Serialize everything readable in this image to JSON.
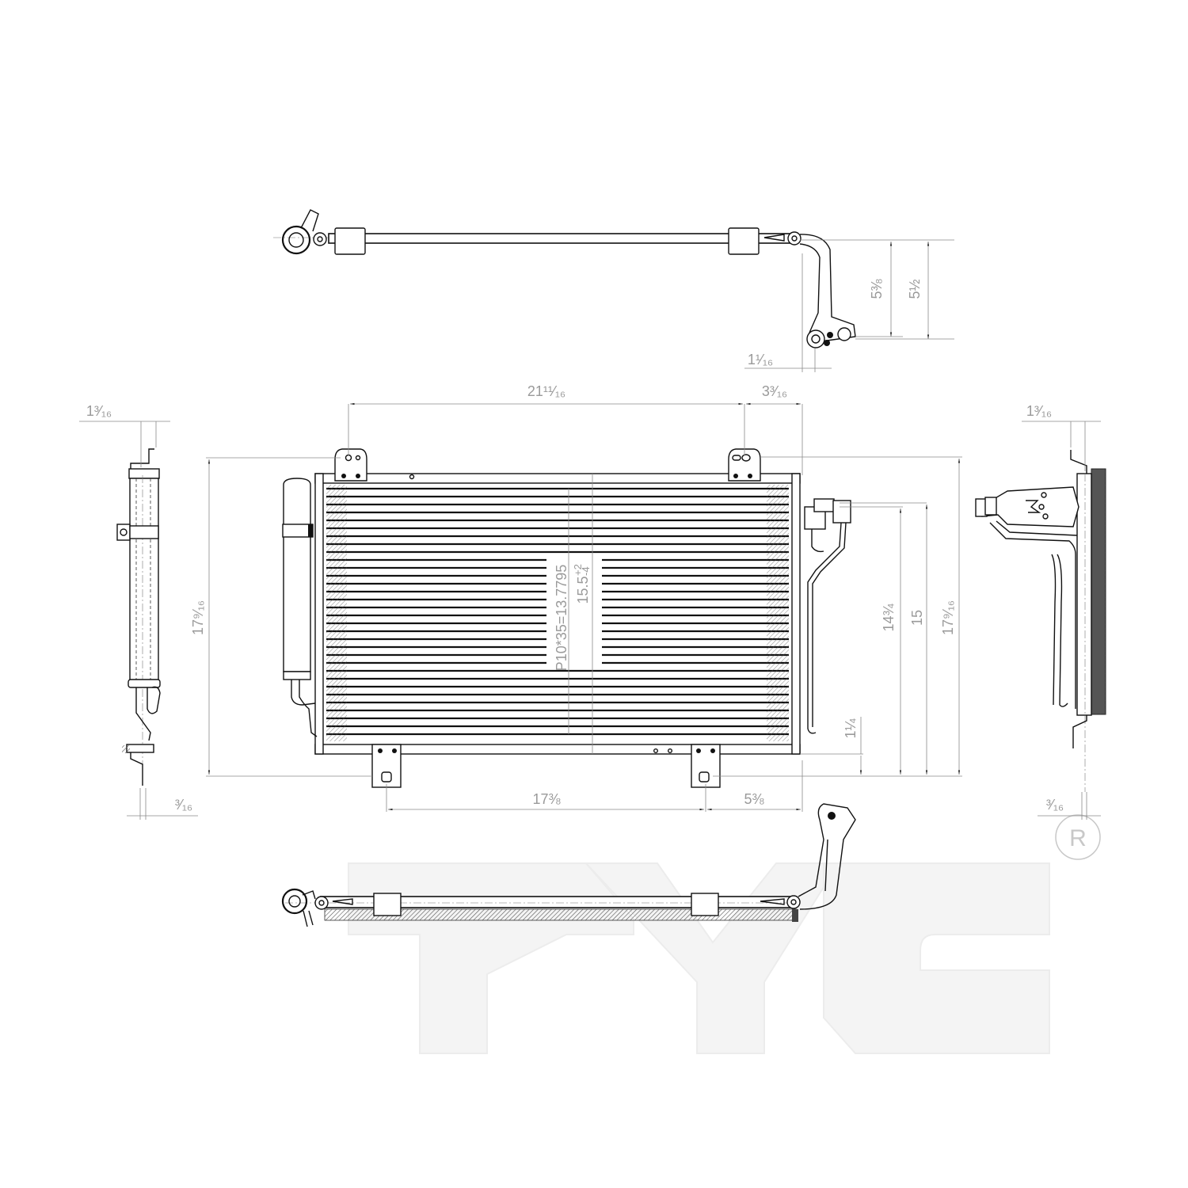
{
  "drawing": {
    "title": "A/C Condenser technical drawing",
    "brand_watermark": "TYC",
    "registered_mark": "R",
    "colors": {
      "ink": "#111111",
      "dimension": "#9a9a9a",
      "watermark": "#f2f2f2",
      "hatch": "#555555"
    }
  },
  "views": {
    "top_view": {
      "dims": {
        "height_inner": "5⅜",
        "height_outer": "5½",
        "offset": "1¹⁄₁₆"
      }
    },
    "front_view": {
      "dims": {
        "bracket_span_top": "21¹¹⁄₁₆",
        "bracket_to_edge_top": "3³⁄₁₆",
        "overall_height_left": "17⁹⁄₁₆",
        "fitting_height_1": "14¾",
        "fitting_height_2": "15",
        "overall_height_right": "17⁹⁄₁₆",
        "bottom_offset": "1¼",
        "bracket_span_bottom": "17⅜",
        "bracket_to_edge_bottom": "5⅜"
      },
      "core_note_1": "P10*35=13.7795",
      "core_note_2": "15.5",
      "core_note_2_tol_upper": "+2",
      "core_note_2_tol_lower": "-4"
    },
    "left_side_view": {
      "dims": {
        "top_width": "1³⁄₁₆",
        "bottom_width": "³⁄₁₆"
      }
    },
    "right_side_view": {
      "dims": {
        "top_width": "1³⁄₁₆",
        "bottom_width": "³⁄₁₆"
      }
    },
    "bottom_view": {}
  }
}
